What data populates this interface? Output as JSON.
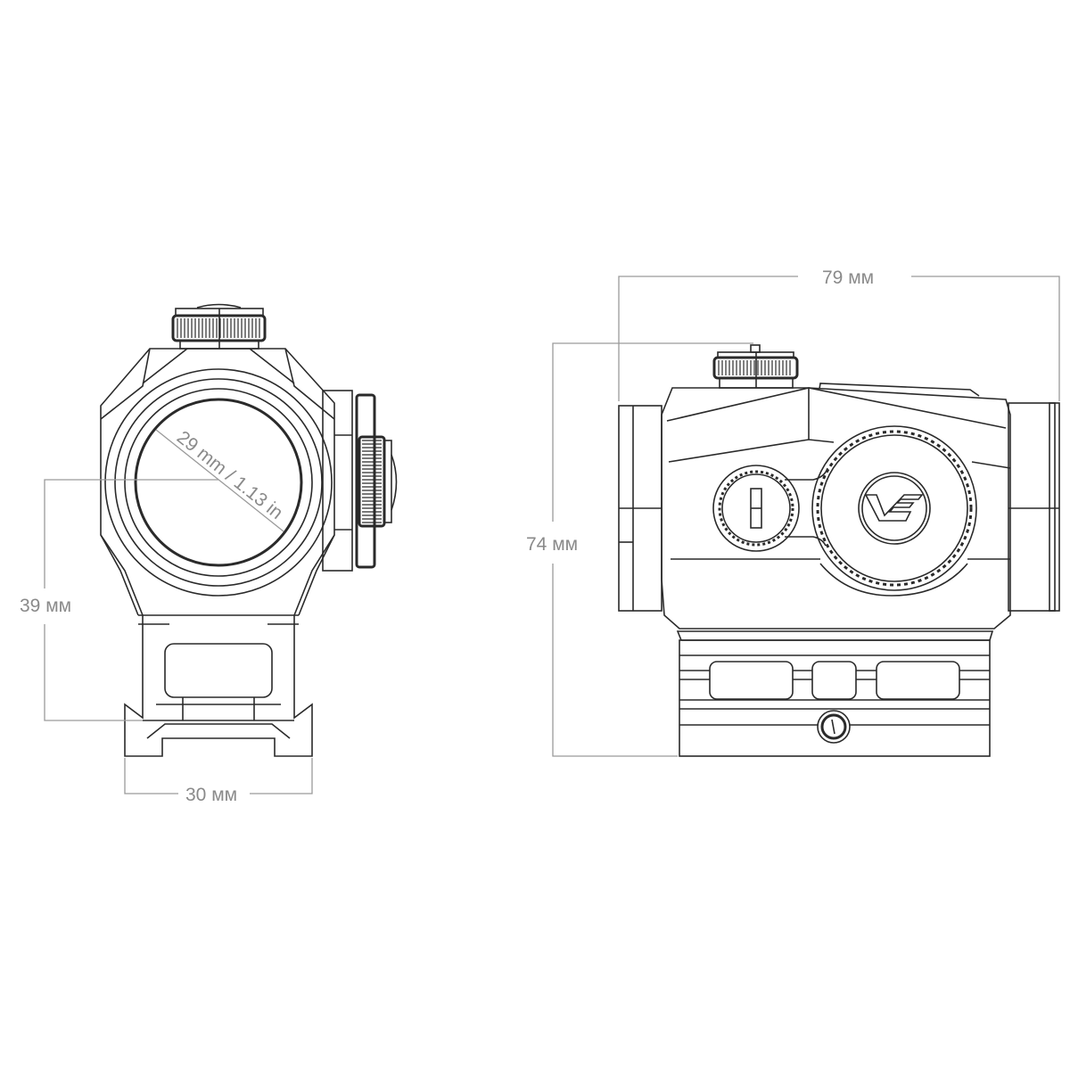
{
  "front_view": {
    "lens_diameter_label": "29 mm / 1.13 in",
    "height_label": "39 мм",
    "width_label": "30 мм"
  },
  "side_view": {
    "length_label": "79 мм",
    "height_label": "74 мм",
    "logo_text": "VE"
  },
  "colors": {
    "line": "#2a2a2a",
    "dimension": "#9a9a9a",
    "label": "#8a8a8a"
  }
}
